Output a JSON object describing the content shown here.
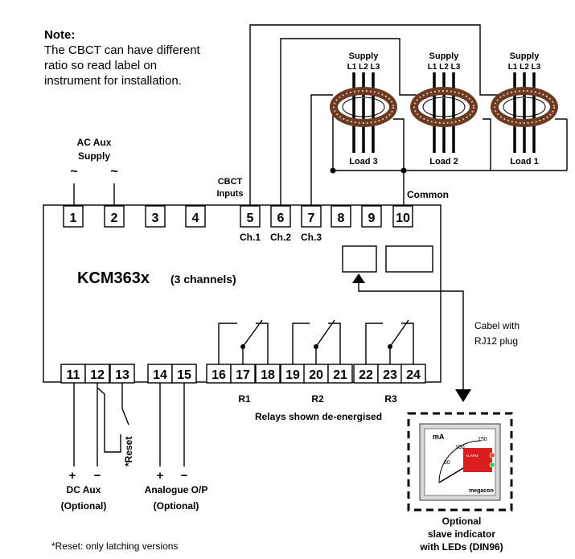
{
  "note": {
    "title": "Note:",
    "lines": [
      "The CBCT can have different",
      "ratio so read label on",
      "instrument for installation."
    ]
  },
  "ac_aux": {
    "line1": "AC Aux",
    "line2": "Supply",
    "tilde": "~"
  },
  "cbct": {
    "line1": "CBCT",
    "line2": "Inputs"
  },
  "common": "Common",
  "model": {
    "name": "KCM363x",
    "suffix": "(3 channels)"
  },
  "terminals_top": [
    "1",
    "2",
    "3",
    "4",
    "5",
    "6",
    "7",
    "8",
    "9",
    "10"
  ],
  "channel_labels": [
    "Ch.1",
    "Ch.2",
    "Ch.3"
  ],
  "terminals_bottom": [
    "11",
    "12",
    "13",
    "14",
    "15",
    "16",
    "17",
    "18",
    "19",
    "20",
    "21",
    "22",
    "23",
    "24"
  ],
  "relays": [
    "R1",
    "R2",
    "R3"
  ],
  "relays_note": "Relays shown de-energised",
  "ct": [
    {
      "supply": "Supply",
      "phases": "L1 L2 L3",
      "load": "Load 3"
    },
    {
      "supply": "Supply",
      "phases": "L1 L2 L3",
      "load": "Load 2"
    },
    {
      "supply": "Supply",
      "phases": "L1 L2 L3",
      "load": "Load 1"
    }
  ],
  "cable": {
    "line1": "Cabel with",
    "line2": "RJ12 plug"
  },
  "dc_aux": {
    "plus": "+",
    "minus": "−",
    "line1": "DC Aux",
    "line2": "(Optional)"
  },
  "reset_label": "*Reset",
  "analogue": {
    "plus": "+",
    "minus": "−",
    "line1": "Analogue O/P",
    "line2": "(Optional)"
  },
  "indicator": {
    "unit": "mA",
    "scale": [
      "50",
      "100",
      "150"
    ],
    "alarm": "ALARM",
    "brand": "megacon",
    "caption1": "Optional",
    "caption2": "slave indicator",
    "caption3": "with LEDs (DIN96)"
  },
  "footnote": "*Reset: only latching versions"
}
